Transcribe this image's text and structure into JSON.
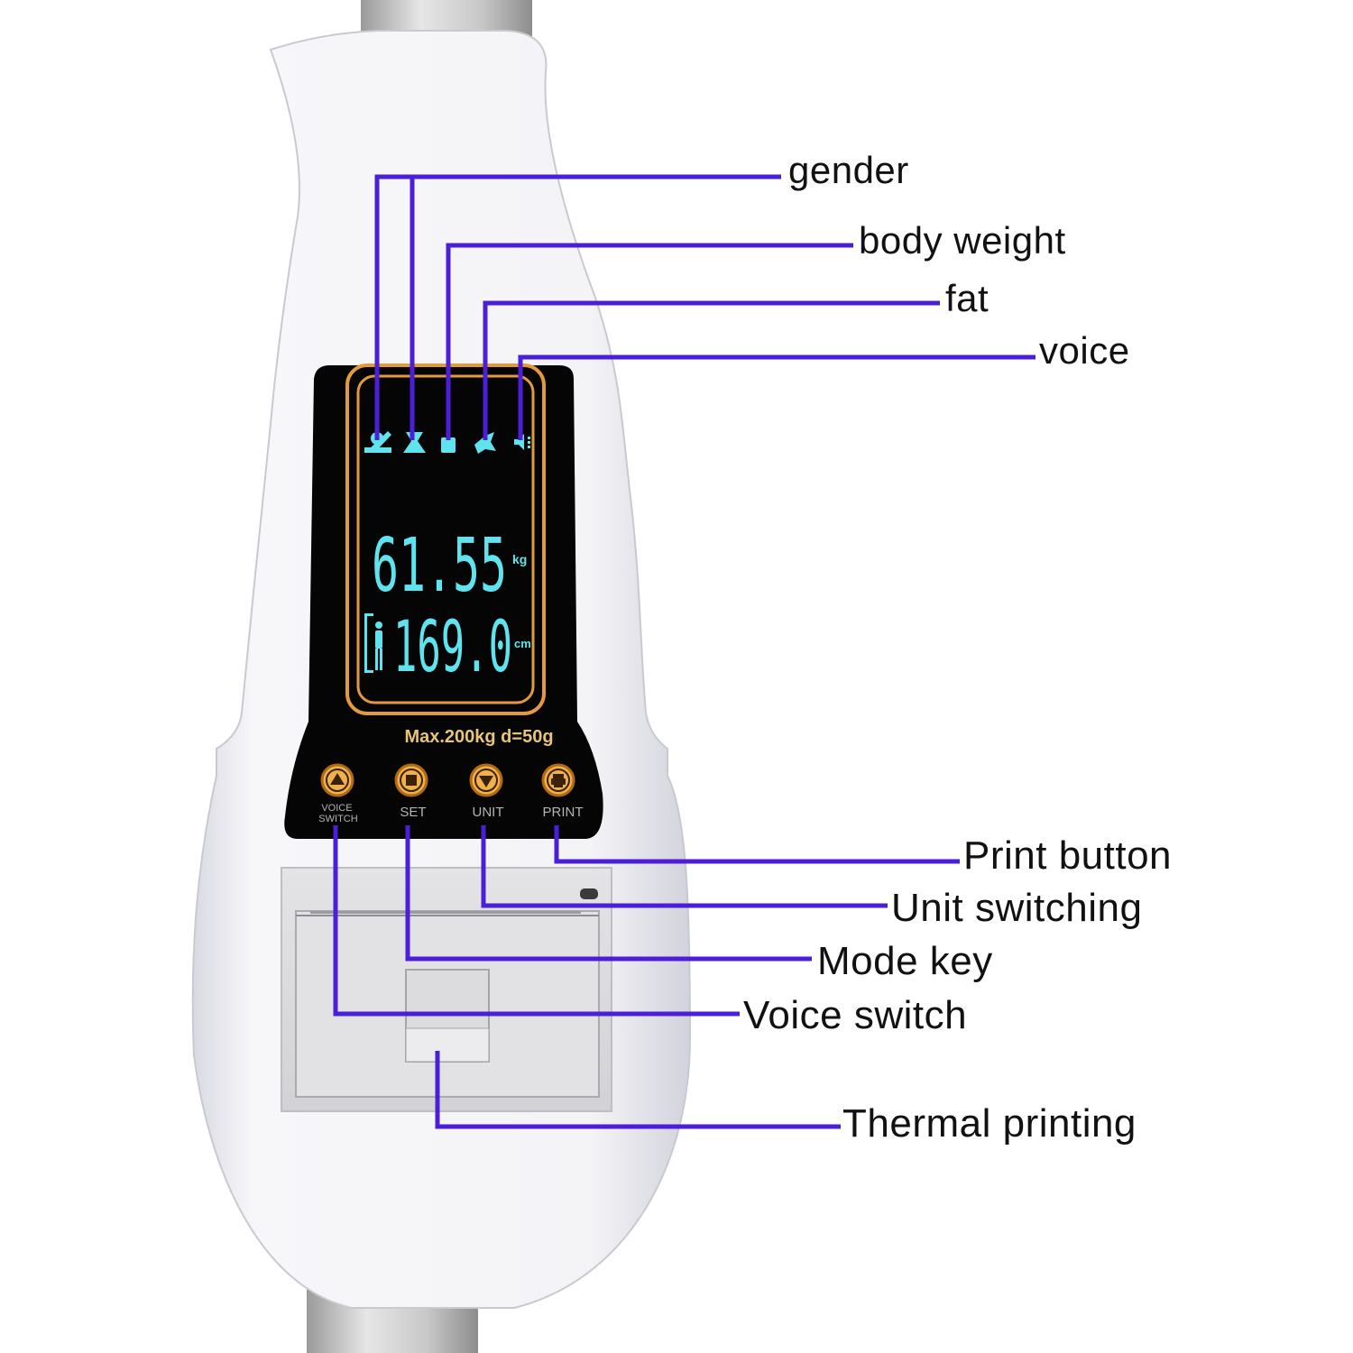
{
  "device": {
    "max_spec": "Max.200kg d=50g",
    "weight_value": "61.55",
    "weight_unit": "kg",
    "height_value": "169.0",
    "height_unit": "cm",
    "buttons": [
      {
        "label": "VOICE\nSWITCH",
        "icon": "triangle-up-icon"
      },
      {
        "label": "SET",
        "icon": "square-icon"
      },
      {
        "label": "UNIT",
        "icon": "triangle-down-icon"
      },
      {
        "label": "PRINT",
        "icon": "printer-icon"
      }
    ]
  },
  "callouts": {
    "gender": "gender",
    "body_weight": "body weight",
    "fat": "fat",
    "voice": "voice",
    "print_button": "Print button",
    "unit_switching": "Unit switching",
    "mode_key": "Mode key",
    "voice_switch": "Voice switch",
    "thermal_printing": "Thermal printing"
  },
  "colors": {
    "leader_line": "#4b1fd8",
    "lcd_background": "#050505",
    "lcd_digits": "#5fe3ee",
    "lcd_frame": "#e39a3c",
    "panel_text": "#e8c47a",
    "button_ring": "#d38a2c",
    "body": "#f3f3f6",
    "pole": "#bdbdbd"
  }
}
